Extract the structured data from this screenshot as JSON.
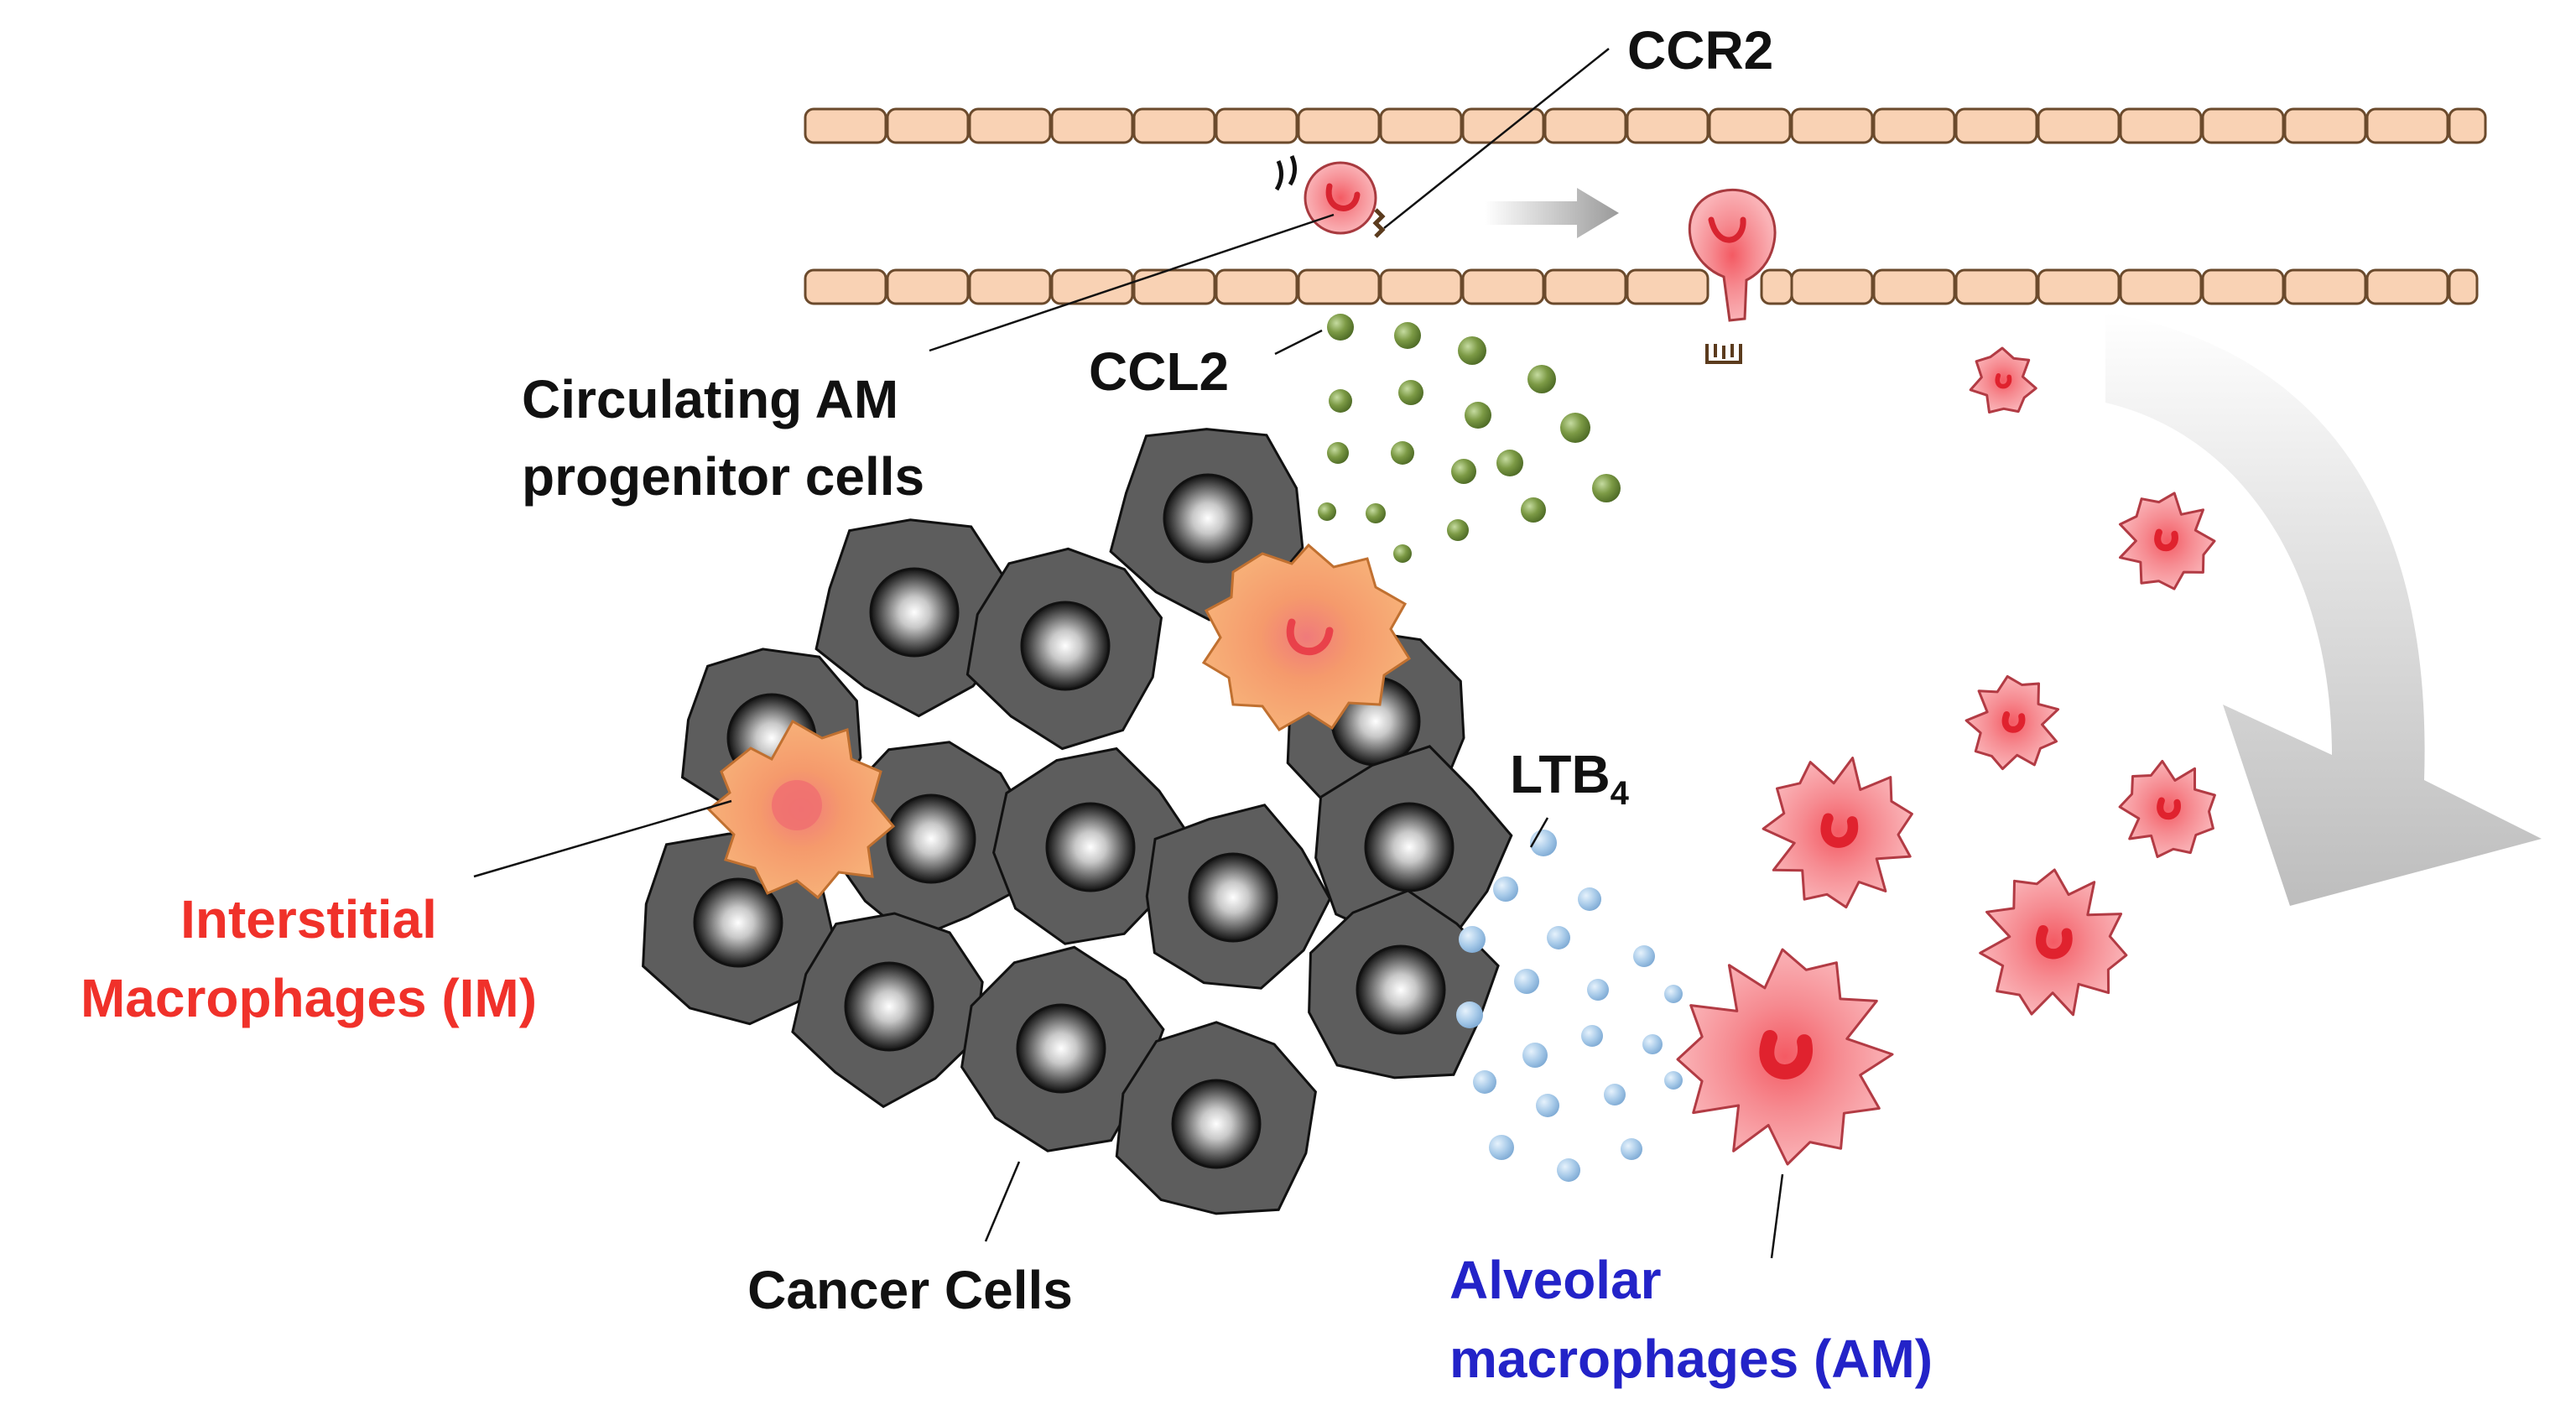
{
  "labels": {
    "ccr2": "CCR2",
    "ccl2": "CCL2",
    "circulating_line1": "Circulating AM",
    "circulating_line2": "progenitor cells",
    "ltb4_main": "LTB",
    "ltb4_sub": "4",
    "im_line1": "Interstitial",
    "im_line2": "Macrophages (IM)",
    "cancer": "Cancer Cells",
    "am_line1": "Alveolar",
    "am_line2": "macrophages (AM)"
  },
  "colors": {
    "vessel_fill": "#f9d2b4",
    "vessel_stroke": "#6b4a2c",
    "cancer_cell": "#5d5d5d",
    "im_macrophage": "#f7a76a",
    "am_macrophage": "#f47f85",
    "ccl2_dot": "#6f8d3c",
    "ltb4_dot": "#a8cbe9",
    "im_text": "#f0312a",
    "am_text": "#2323c8",
    "arrow_gray": "#c8c8c8"
  }
}
